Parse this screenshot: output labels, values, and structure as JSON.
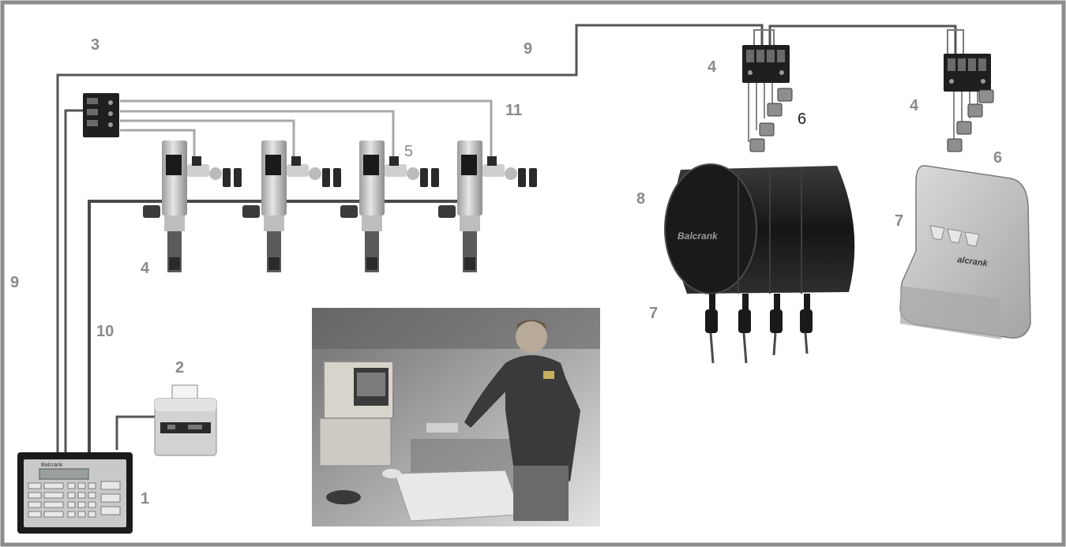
{
  "colors": {
    "frame": "#8c8c8c",
    "pipe_dark": "#555555",
    "pipe_light": "#a8a8a8",
    "callout": "#8a8a8a",
    "callout_dark": "#1a1a1a",
    "equipment_dark": "#1d1d1d",
    "equipment_gray": "#c8c8c8"
  },
  "logo_text": {
    "controller": "Balcrank",
    "reel_housing": "Balcrank",
    "cabinet": "alcrank"
  },
  "callouts": {
    "controller": "1",
    "printer": "2",
    "line_top_left": "3",
    "pump_left": "4",
    "interface_mid": "4",
    "interface_right": "4",
    "solenoid": "5",
    "meter_mid": "6",
    "meter_right": "6",
    "valves_reel": "7",
    "valves_cabinet": "7",
    "reel_housing": "8",
    "cable_top": "9",
    "cable_left": "9",
    "cable_controller": "10",
    "air_lines": "11"
  }
}
